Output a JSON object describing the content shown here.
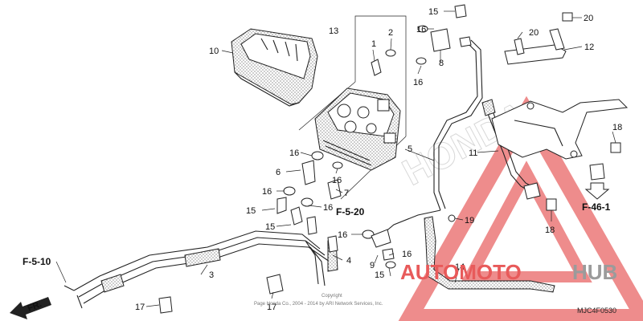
{
  "callouts": [
    {
      "id": "c1",
      "text": "1"
    },
    {
      "id": "c2",
      "text": "2"
    },
    {
      "id": "c3",
      "text": "3"
    },
    {
      "id": "c4",
      "text": "4"
    },
    {
      "id": "c5",
      "text": "5"
    },
    {
      "id": "c6",
      "text": "6"
    },
    {
      "id": "c7",
      "text": "7"
    },
    {
      "id": "c8",
      "text": "8"
    },
    {
      "id": "c9",
      "text": "9"
    },
    {
      "id": "c10",
      "text": "10"
    },
    {
      "id": "c11",
      "text": "11"
    },
    {
      "id": "c12",
      "text": "12"
    },
    {
      "id": "c13",
      "text": "13"
    },
    {
      "id": "c14",
      "text": "14"
    },
    {
      "id": "c15a",
      "text": "15"
    },
    {
      "id": "c15b",
      "text": "15"
    },
    {
      "id": "c15c",
      "text": "15"
    },
    {
      "id": "c15d",
      "text": "15"
    },
    {
      "id": "c16a",
      "text": "16"
    },
    {
      "id": "c16b",
      "text": "16"
    },
    {
      "id": "c16c",
      "text": "16"
    },
    {
      "id": "c16d",
      "text": "16"
    },
    {
      "id": "c16e",
      "text": "16"
    },
    {
      "id": "c16f",
      "text": "16"
    },
    {
      "id": "c16g",
      "text": "16"
    },
    {
      "id": "c16h",
      "text": "16"
    },
    {
      "id": "c17a",
      "text": "17"
    },
    {
      "id": "c17b",
      "text": "17"
    },
    {
      "id": "c18a",
      "text": "18"
    },
    {
      "id": "c18b",
      "text": "18"
    },
    {
      "id": "c19",
      "text": "19"
    },
    {
      "id": "c20a",
      "text": "20"
    },
    {
      "id": "c20b",
      "text": "20"
    }
  ],
  "references": {
    "f510": "F-5-10",
    "f520": "F-5-20",
    "f461": "F-46-1"
  },
  "direction_label": "FR.",
  "diagram_code": "MJC4F0530",
  "copyright_line1": "Copyright",
  "copyright_line2": "Page Honda Co., 2004 - 2014 by ARI Network Services, Inc.",
  "watermark": {
    "part1": "AUTOMOTO",
    "part2": "HUB"
  },
  "brand_text": "HONDA",
  "colors": {
    "line": "#222222",
    "watermark_red": "#e85a5a",
    "watermark_gray": "#9b9b9b"
  }
}
